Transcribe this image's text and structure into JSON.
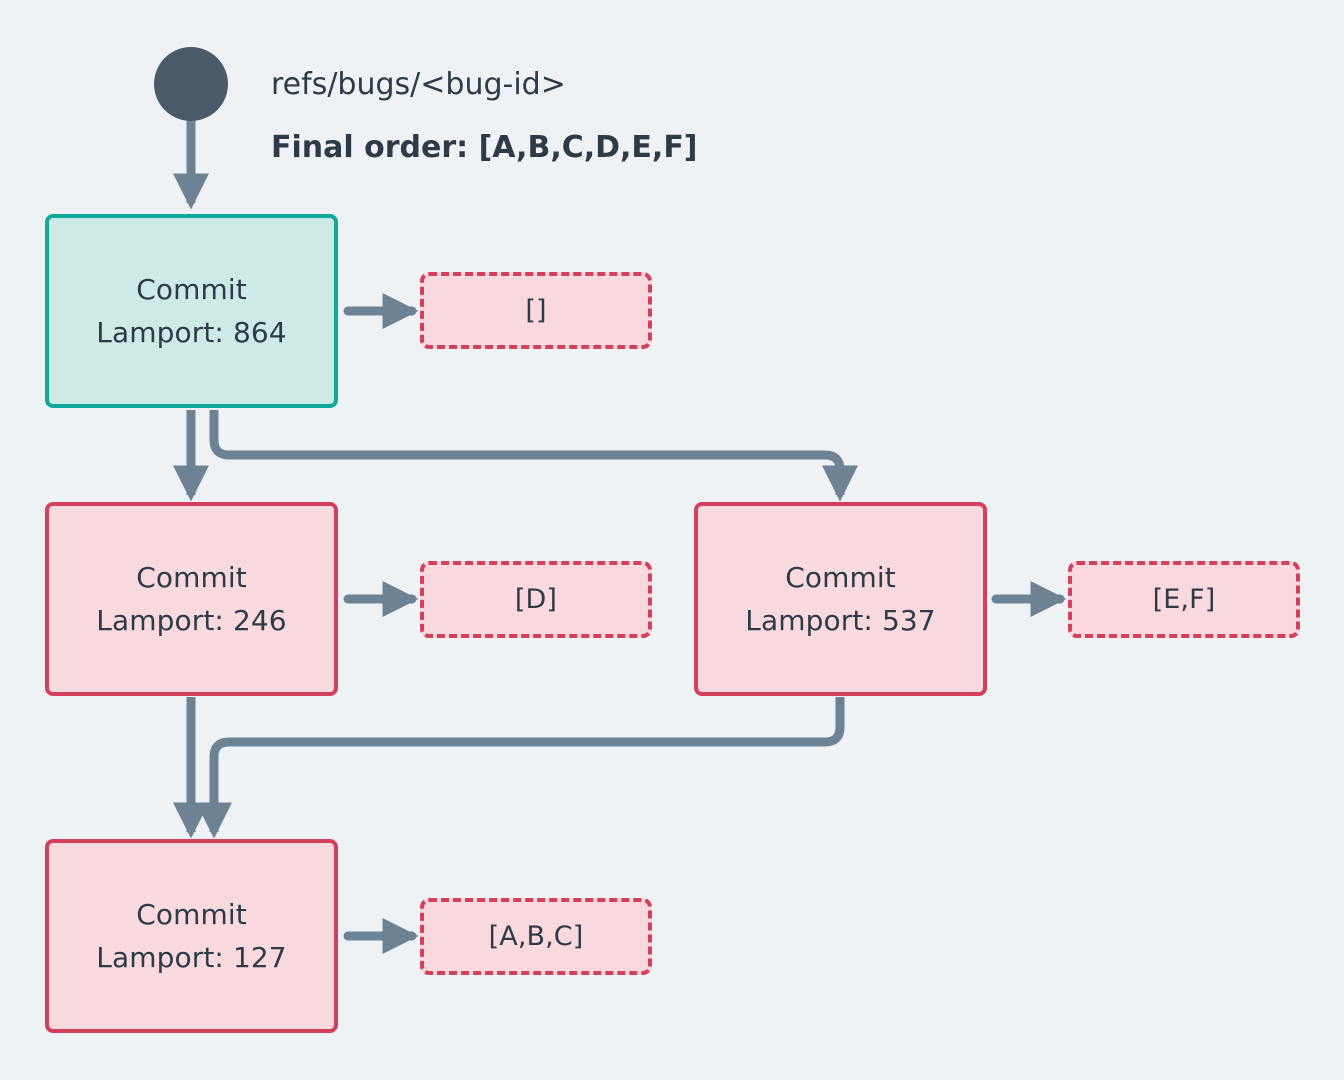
{
  "diagram": {
    "background_color": "#eff2f5",
    "title_ref": "refs/bugs/<bug-id>",
    "final_order": "Final order: [A,B,C,D,E,F]",
    "head_node_color": "#4a5a68",
    "head_commit_border": "#0fa99c",
    "head_commit_fill": "#cdeae6",
    "commit_border": "#d4405c",
    "commit_fill": "#f8dade",
    "payload_border": "#d4405c",
    "payload_fill": "#fad9de",
    "edge_color": "#6d8293",
    "text_color": "#2d3a47"
  },
  "nodes": {
    "ref_head": {
      "name": "refs/bugs/<bug-id>",
      "shape": "circle"
    },
    "commit_864": {
      "line1": "Commit",
      "line2": "Lamport: 864",
      "lamport": 864,
      "is_head": true
    },
    "commit_246": {
      "line1": "Commit",
      "line2": "Lamport: 246",
      "lamport": 246,
      "is_head": false
    },
    "commit_537": {
      "line1": "Commit",
      "line2": "Lamport: 537",
      "lamport": 537,
      "is_head": false
    },
    "commit_127": {
      "line1": "Commit",
      "line2": "Lamport: 127",
      "lamport": 127,
      "is_head": false
    }
  },
  "payloads": {
    "payload_864": "[]",
    "payload_246": "[D]",
    "payload_537": "[E,F]",
    "payload_127": "[A,B,C]"
  }
}
